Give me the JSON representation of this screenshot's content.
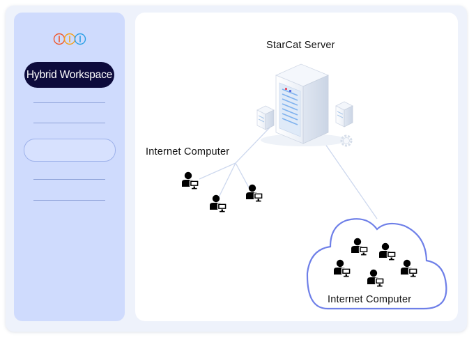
{
  "sidebar": {
    "logo_colors": [
      "#f0582c",
      "#f6a21a",
      "#2ba0e6"
    ],
    "active_item": "Hybrid Workspace"
  },
  "diagram": {
    "server_label": "StarCat Server",
    "left_group_label": "Internet Computer",
    "cloud_group_label": "Internet Computer"
  },
  "colors": {
    "sidebar_bg": "#cfdbfd",
    "active_item_bg": "#0d0b3c",
    "cloud_border": "#6e7fe8",
    "connector": "#cdd8ee"
  }
}
